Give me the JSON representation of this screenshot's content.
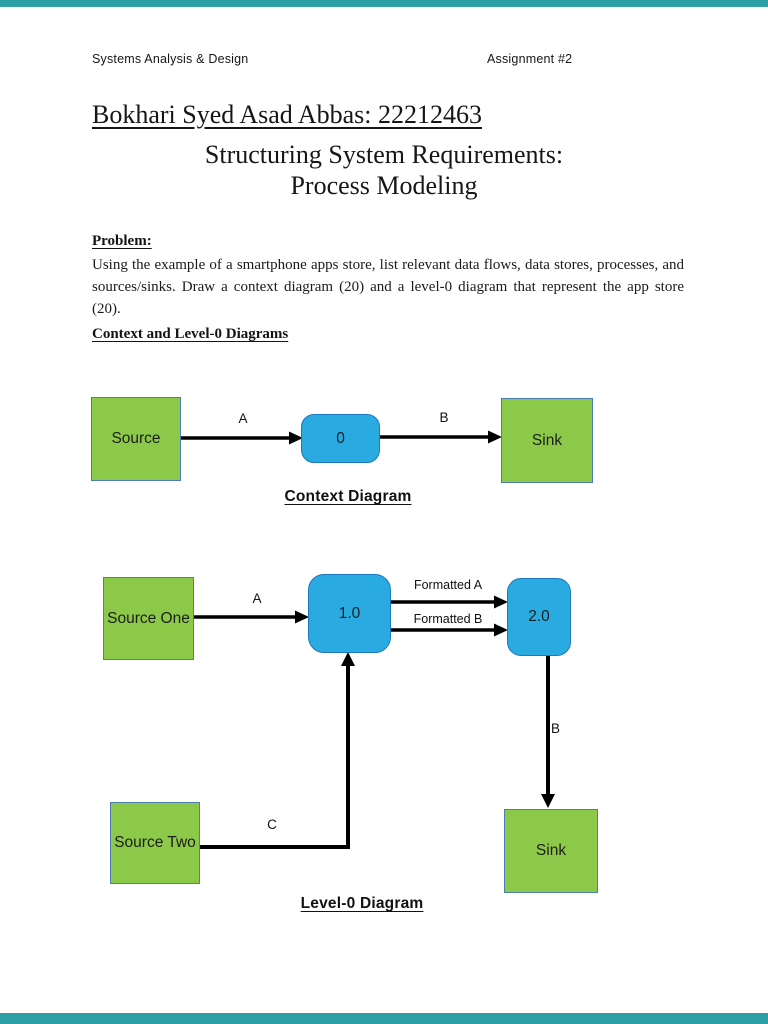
{
  "header": {
    "left": "Systems Analysis & Design",
    "right": "Assignment #2"
  },
  "title": "Bokhari Syed Asad Abbas: 22212463",
  "subtitle": {
    "line1": "Structuring System Requirements:",
    "line2": "Process Modeling"
  },
  "problem": {
    "heading": "Problem:",
    "body": "Using the example of a smartphone apps store, list relevant data flows, data stores, processes, and sources/sinks. Draw a context diagram (20) and a level-0 diagram that represent the app store (20)."
  },
  "section_heading": "Context and Level-0 Diagrams",
  "context_diagram": {
    "caption": "Context Diagram",
    "source_label": "Source",
    "process_label": "0",
    "sink_label": "Sink",
    "flow_a": "A",
    "flow_b": "B"
  },
  "level0_diagram": {
    "caption": "Level-0 Diagram",
    "source_one_label": "Source One",
    "process_one_label": "1.0",
    "process_two_label": "2.0",
    "source_two_label": "Source Two",
    "sink_label": "Sink",
    "flow_a": "A",
    "flow_formatted_a": "Formatted A",
    "flow_formatted_b": "Formatted B",
    "flow_b": "B",
    "flow_c": "C"
  },
  "colors": {
    "source_sink_fill": "#8DC949",
    "source_sink_border": "#4E7DB5",
    "process_fill": "#29ABE2",
    "process_border": "#1D76C0",
    "viewer_bar": "#2B9FA3",
    "diagram_text": "#1D1D1D"
  }
}
